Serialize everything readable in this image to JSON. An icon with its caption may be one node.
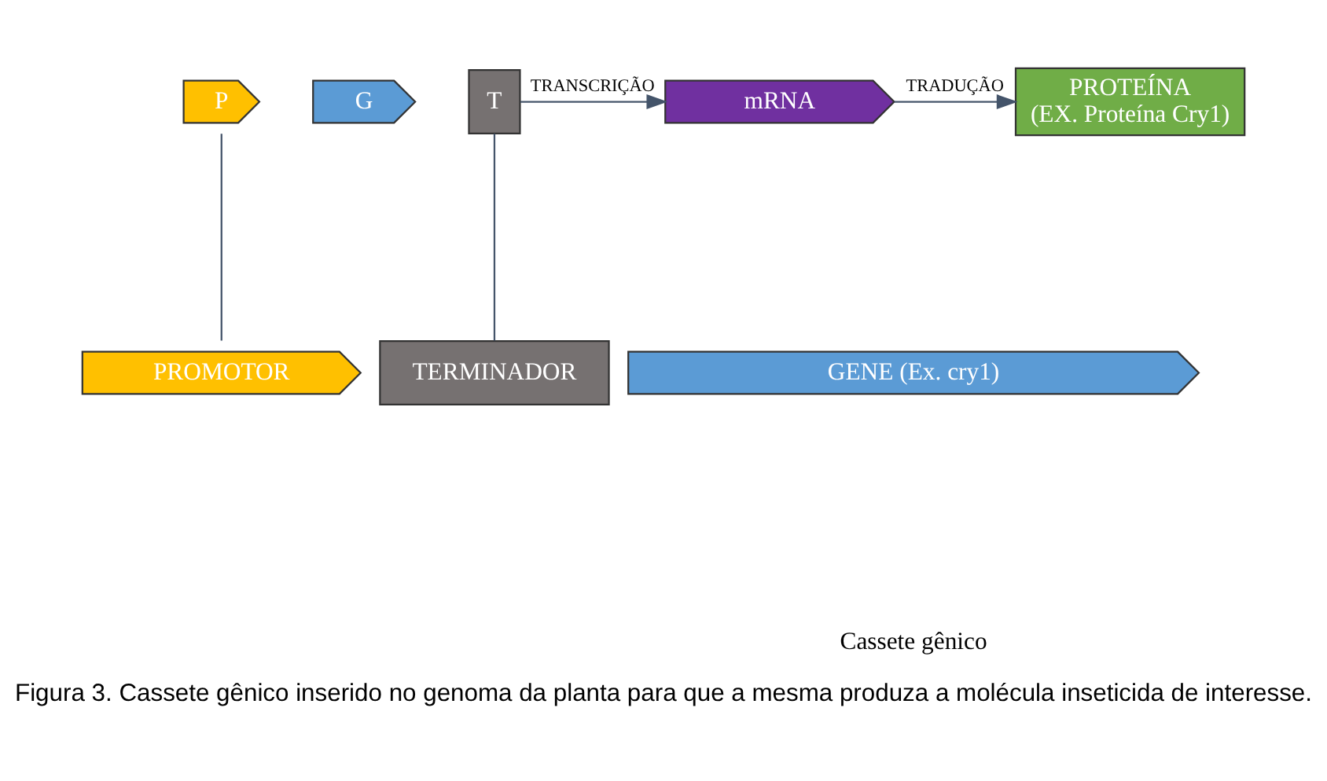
{
  "diagram": {
    "caption": "Figura 3. Cassete gênico inserido no genoma da planta para que a mesma produza a molécula inseticida de interesse.",
    "nodes": [
      {
        "text": [
          "P"
        ]
      },
      {
        "text": [
          "G"
        ]
      },
      {
        "text": [
          "T"
        ]
      },
      {
        "text": [
          "mRNA"
        ]
      },
      {
        "text": [
          "PROTEÍNA",
          "(EX. Proteína Cry1)"
        ]
      },
      {
        "text": [
          "PROMOTOR"
        ]
      },
      {
        "text": [
          "GENE (Ex. cry1)"
        ]
      },
      {
        "text": [
          "TERMINADOR"
        ]
      }
    ],
    "edges": [
      {
        "from": 2,
        "to": 3,
        "arrow": "to",
        "label": "TRANSCRIÇÃO"
      },
      {
        "from": 3,
        "to": 4,
        "arrow": "to",
        "label": "TRADUÇÃO"
      },
      {
        "from": 0,
        "to": 5,
        "arrow": "none"
      },
      {
        "from": 2,
        "to": 7,
        "arrow": "none"
      }
    ],
    "labels": [
      "Cassete gênico"
    ]
  }
}
